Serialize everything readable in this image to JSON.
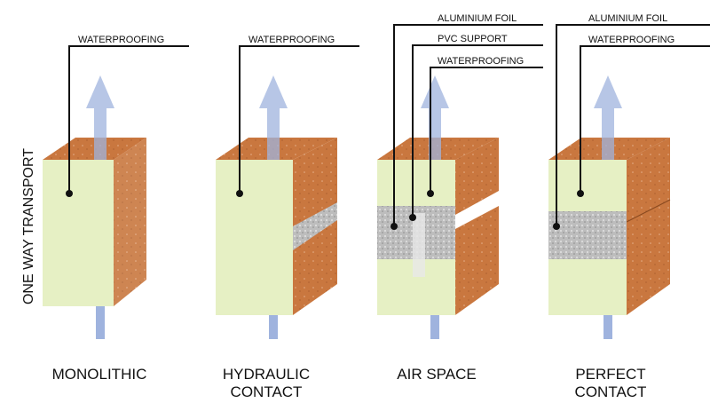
{
  "side_label": "ONE WAY TRANSPORT",
  "colors": {
    "brick": "#c9773f",
    "brick_dark": "#b8652f",
    "face": "#e6f0c4",
    "foil": "#b8b8b8",
    "arrow": "#9fb3de"
  },
  "blocks": [
    {
      "title": [
        "MONOLITHIC"
      ],
      "callouts": [
        "WATERPROOFING"
      ]
    },
    {
      "title": [
        "HYDRAULIC",
        "CONTACT"
      ],
      "callouts": [
        "WATERPROOFING"
      ]
    },
    {
      "title": [
        "AIR SPACE"
      ],
      "callouts": [
        "ALUMINIUM FOIL",
        "PVC SUPPORT",
        "WATERPROOFING"
      ]
    },
    {
      "title": [
        "PERFECT",
        "CONTACT"
      ],
      "callouts": [
        "ALUMINIUM FOIL",
        "WATERPROOFING"
      ]
    }
  ]
}
